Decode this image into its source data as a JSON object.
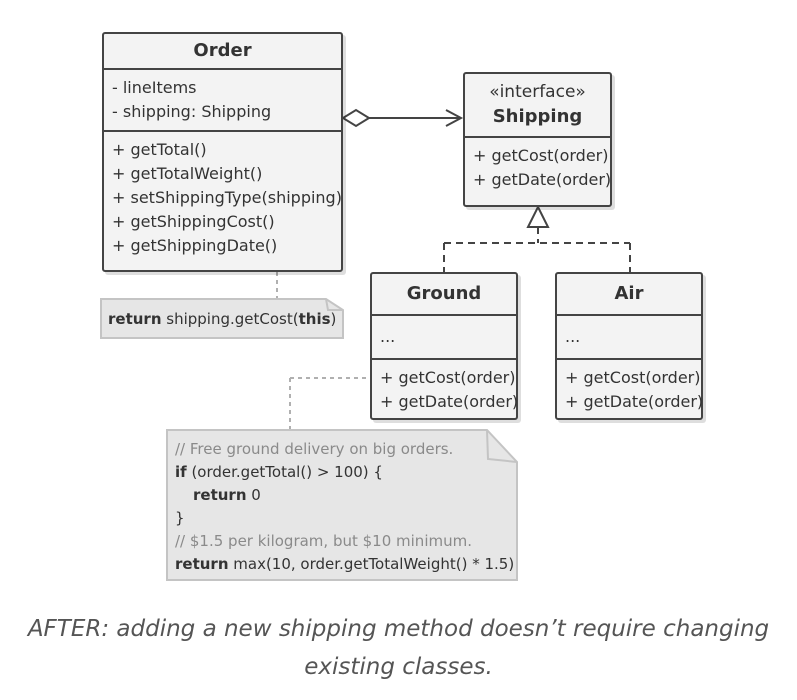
{
  "order": {
    "name": "Order",
    "fields": [
      "- lineItems",
      "- shipping: Shipping"
    ],
    "methods": [
      "+ getTotal()",
      "+ getTotalWeight()",
      "+ setShippingType(shipping)",
      "+ getShippingCost()",
      "+ getShippingDate()"
    ]
  },
  "shipping": {
    "stereotype": "«interface»",
    "name": "Shipping",
    "methods": [
      "+ getCost(order)",
      "+ getDate(order)"
    ]
  },
  "ground": {
    "name": "Ground",
    "fields": "...",
    "methods": [
      "+ getCost(order)",
      "+ getDate(order)"
    ]
  },
  "air": {
    "name": "Air",
    "fields": "...",
    "methods": [
      "+ getCost(order)",
      "+ getDate(order)"
    ]
  },
  "note_order": {
    "keyword_return": "return",
    "expr": " shipping.getCost(",
    "keyword_this": "this",
    "close": ")"
  },
  "note_ground": {
    "comment1": "// Free ground delivery on big orders.",
    "if_kw": "if",
    "if_rest": " (order.getTotal() > 100) {",
    "return_kw": "return",
    "return_rest": " 0",
    "close_brace": "}",
    "comment2": "// $1.5 per kilogram, but $10 minimum.",
    "return2_kw": "return",
    "return2_rest": " max(10, order.getTotalWeight() * 1.5)"
  },
  "caption": {
    "line1": "AFTER: adding a new shipping method doesn’t require changing",
    "line2": "existing classes."
  }
}
